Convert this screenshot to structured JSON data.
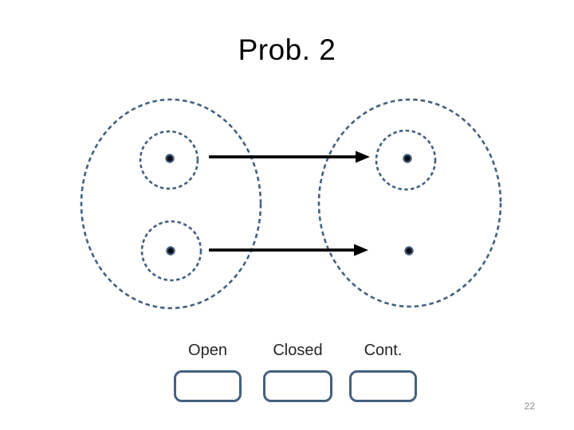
{
  "slide": {
    "title": "Prob. 2",
    "page_number": "22"
  },
  "legend": {
    "items": [
      {
        "label": "Open"
      },
      {
        "label": "Closed"
      },
      {
        "label": "Cont."
      }
    ]
  },
  "colors": {
    "title": "#000000",
    "shape": "#44607f",
    "arrow": "#000000",
    "dot": "#0c0c14",
    "label": "#262626",
    "page": "#8c8c8c"
  }
}
